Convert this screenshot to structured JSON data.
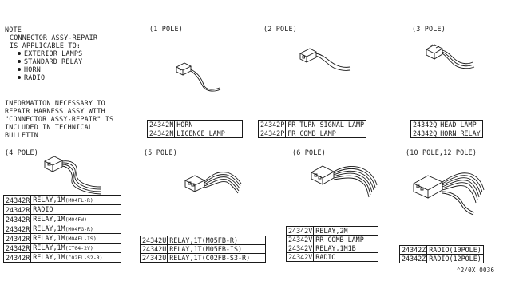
{
  "note": {
    "lines": [
      "NOTE",
      "CONNECTOR ASSY-REPAIR",
      "IS APPLICABLE TO:"
    ],
    "bullets": [
      "EXTERIOR LAMPS",
      "STANDARD RELAY",
      "HORN",
      "RADIO"
    ],
    "info": [
      "INFORMATION NECESSARY TO",
      "REPAIR HARNESS ASSY WITH",
      "\"CONNECTOR ASSY-REPAIR\" IS",
      "INCLUDED IN TECHNICAL",
      "BULLETIN"
    ]
  },
  "groups": {
    "g1": {
      "label": "(1 POLE)",
      "rows": [
        [
          "24342N",
          "HORN"
        ],
        [
          "24342N",
          "LICENCE LAMP"
        ]
      ]
    },
    "g2": {
      "label": "(2 POLE)",
      "rows": [
        [
          "24342P",
          "FR TURN SIGNAL LAMP"
        ],
        [
          "24342P",
          "FR COMB LAMP"
        ]
      ]
    },
    "g3": {
      "label": "(3 POLE)",
      "rows": [
        [
          "24342Q",
          "HEAD LAMP"
        ],
        [
          "24342Q",
          "HORN RELAY"
        ]
      ]
    },
    "g4": {
      "label": "(4 POLE)",
      "rows": [
        [
          "24342R",
          "RELAY,1M",
          "(M04FL-R)"
        ],
        [
          "24342R",
          "RADIO",
          ""
        ],
        [
          "24342R",
          "RELAY,1M",
          "(M04FW)"
        ],
        [
          "24342R",
          "RELAY,1M",
          "(M04FG-R)"
        ],
        [
          "24342R",
          "RELAY,1M",
          "(M04FL-IS)"
        ],
        [
          "24342R",
          "RELAY,1M",
          "(CT04-2V)"
        ],
        [
          "24342R",
          "RELAY,1M",
          "(C02FL-S2-R)"
        ]
      ]
    },
    "g5": {
      "label": "(5 POLE)",
      "rows": [
        [
          "24342U",
          "RELAY,1T",
          "(M05FB-R)"
        ],
        [
          "24342U",
          "RELAY,1T",
          "(M05FB-IS)"
        ],
        [
          "24342U",
          "RELAY,1T",
          "(C02FB-S3-R)"
        ]
      ]
    },
    "g6": {
      "label": "(6 POLE)",
      "rows": [
        [
          "24342V",
          "RELAY,2M"
        ],
        [
          "24342V",
          "RR COMB LAMP"
        ],
        [
          "24342V",
          "RELAY,1M1B"
        ],
        [
          "24342V",
          "RADIO"
        ]
      ]
    },
    "g7": {
      "label": "(10 POLE,12 POLE)",
      "rows": [
        [
          "24342Z",
          "RADIO(10POLE)"
        ],
        [
          "24342Z",
          "RADIO(12POLE)"
        ]
      ]
    }
  },
  "footer_code": "^2/0X 0036"
}
